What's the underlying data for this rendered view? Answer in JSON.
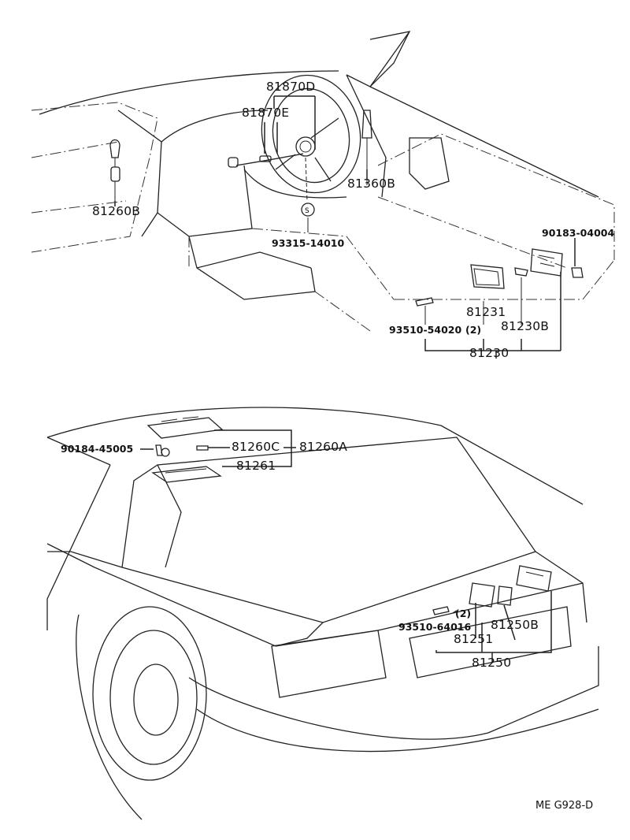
{
  "diagram": {
    "labels": {
      "p81870D": "81870D",
      "p81870E": "81870E",
      "p81260B": "81260B",
      "p81360B": "81360B",
      "p93315": "93315-14010",
      "p90183": "90183-04004",
      "p81231": "81231",
      "p81230B": "81230B",
      "p93510a": "93510-54020",
      "p93510a_qty": "(2)",
      "p81230": "81230",
      "p90184": "90184-45005",
      "p81260C": "81260C",
      "p81260A": "81260A",
      "p81261": "81261",
      "p93510b": "93510-64016",
      "p93510b_qty": "(2)",
      "p81251": "81251",
      "p81250B": "81250B",
      "p81250": "81250"
    },
    "reference": "ME  G928-D"
  }
}
